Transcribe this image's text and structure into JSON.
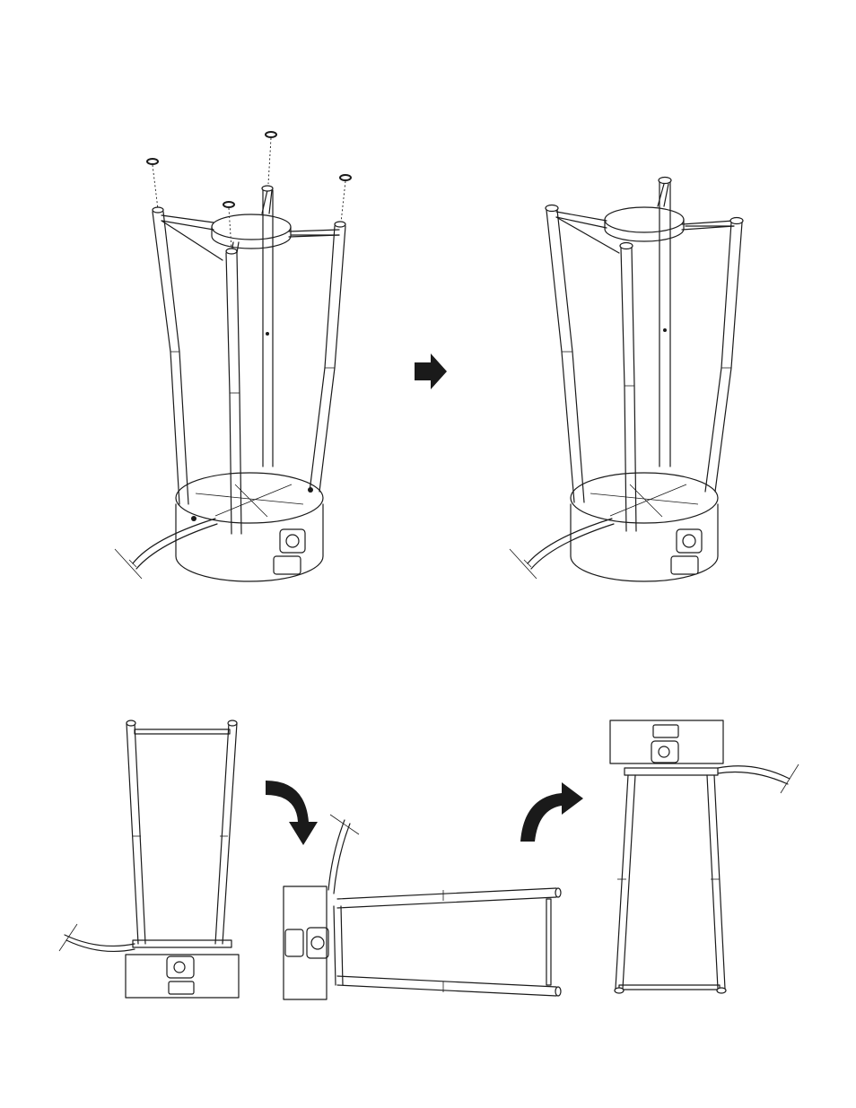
{
  "figure": {
    "panels": [
      {
        "id": "step-a-caps-off",
        "description_visible": false
      },
      {
        "id": "step-b-caps-on",
        "description_visible": false
      },
      {
        "id": "step-c-top-view",
        "description_visible": false
      },
      {
        "id": "step-d-rotated",
        "description_visible": false
      },
      {
        "id": "step-e-inverted",
        "description_visible": false
      }
    ],
    "arrows": [
      {
        "id": "arrow-right",
        "shape": "straight"
      },
      {
        "id": "arrow-curved-down",
        "shape": "curved"
      },
      {
        "id": "arrow-curved-up",
        "shape": "curved"
      }
    ],
    "colors": {
      "line": "#1a1a1a",
      "background": "#ffffff"
    }
  }
}
